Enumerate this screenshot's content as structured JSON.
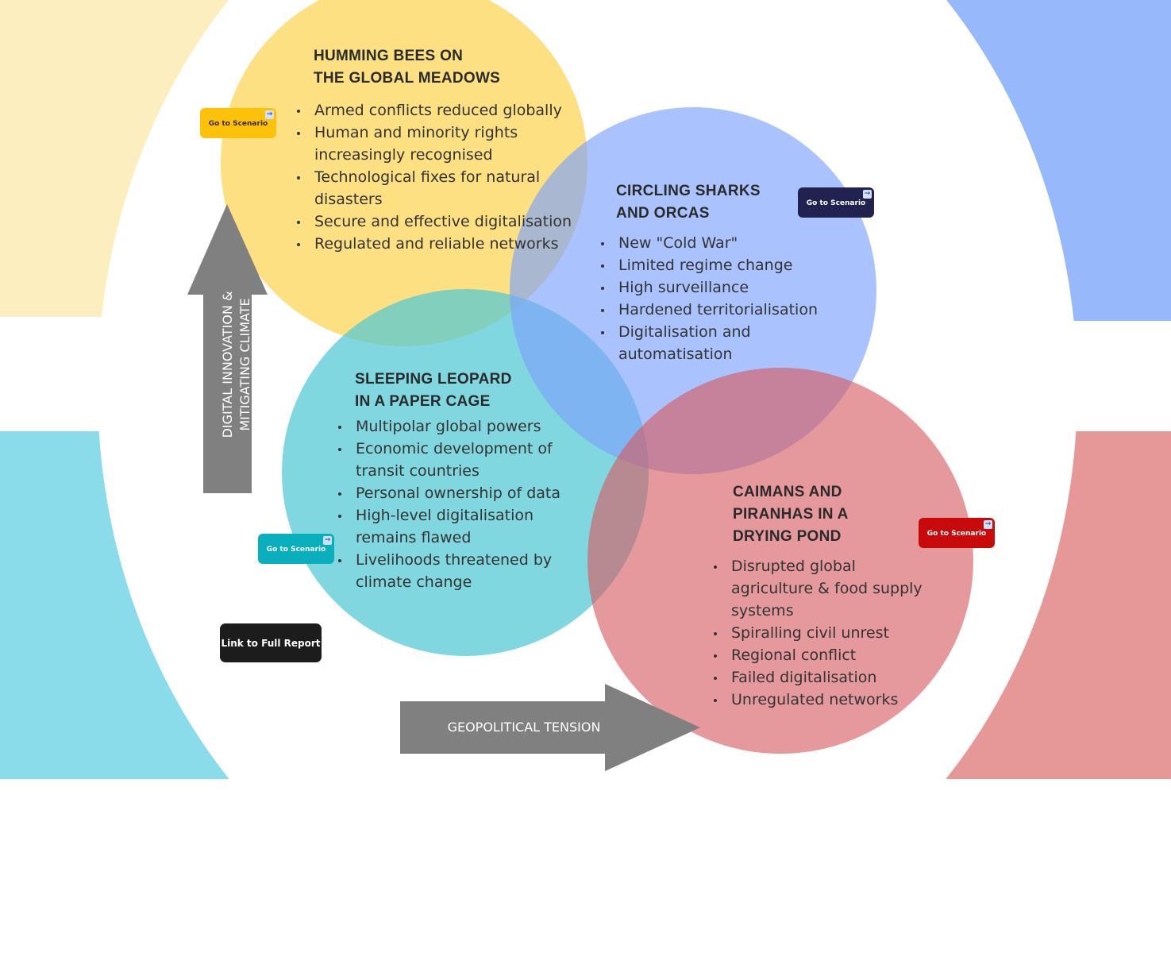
{
  "scenarios": {
    "humming_bees": {
      "title_line1": "HUMMING BEES ON",
      "title_line2": "THE GLOBAL MEADOWS",
      "bullets": [
        "Armed conflicts reduced globally",
        "Human and minority rights increasingly recognised",
        "Technological fixes for natural disasters",
        "Secure and effective digitalisation",
        "Regulated and reliable networks"
      ],
      "button_label": "Go to Scenario",
      "color": "#fcd658",
      "button_color": "#fcc20a"
    },
    "circling_sharks": {
      "title_line1": "CIRCLING SHARKS",
      "title_line2": "AND ORCAS",
      "bullets": [
        "New \"Cold War\"",
        "Limited regime change",
        "High surveillance",
        "Hardened territorialisation",
        "Digitalisation and automatisation"
      ],
      "button_label": "Go to Scenario",
      "color": "#7da2fc",
      "button_color": "#222250"
    },
    "sleeping_leopard": {
      "title_line1": "SLEEPING LEOPARD",
      "title_line2": "IN A PAPER CAGE",
      "bullets": [
        "Multipolar global powers",
        "Economic development of transit countries",
        "Personal ownership of data",
        "High-level digitalisation remains flawed",
        "Livelihoods threatened by climate change"
      ],
      "button_label": "Go to Scenario",
      "color": "#50c8d2",
      "button_color": "#0aafbe"
    },
    "caimans": {
      "title_line1": "CAIMANS AND",
      "title_line2": "PIRANHAS IN A",
      "title_line3": "DRYING POND",
      "bullets": [
        "Disrupted global agriculture & food supply systems",
        "Spiralling civil unrest",
        "Regional conflict",
        "Failed digitalisation",
        "Unregulated networks"
      ],
      "button_label": "Go to Scenario",
      "color": "#d65a60",
      "button_color": "#c80a0a"
    }
  },
  "axes": {
    "vertical_line1": "DIGITAL INNOVATION &",
    "vertical_line2": "MITIGATING CLIMATE CHANGE",
    "horizontal": "GEOPOLITICAL TENSION",
    "arrow_color": "#808080"
  },
  "report_button": {
    "label": "Link to Full Report"
  },
  "icons": {
    "button_arrow": "arrow-right-icon"
  }
}
